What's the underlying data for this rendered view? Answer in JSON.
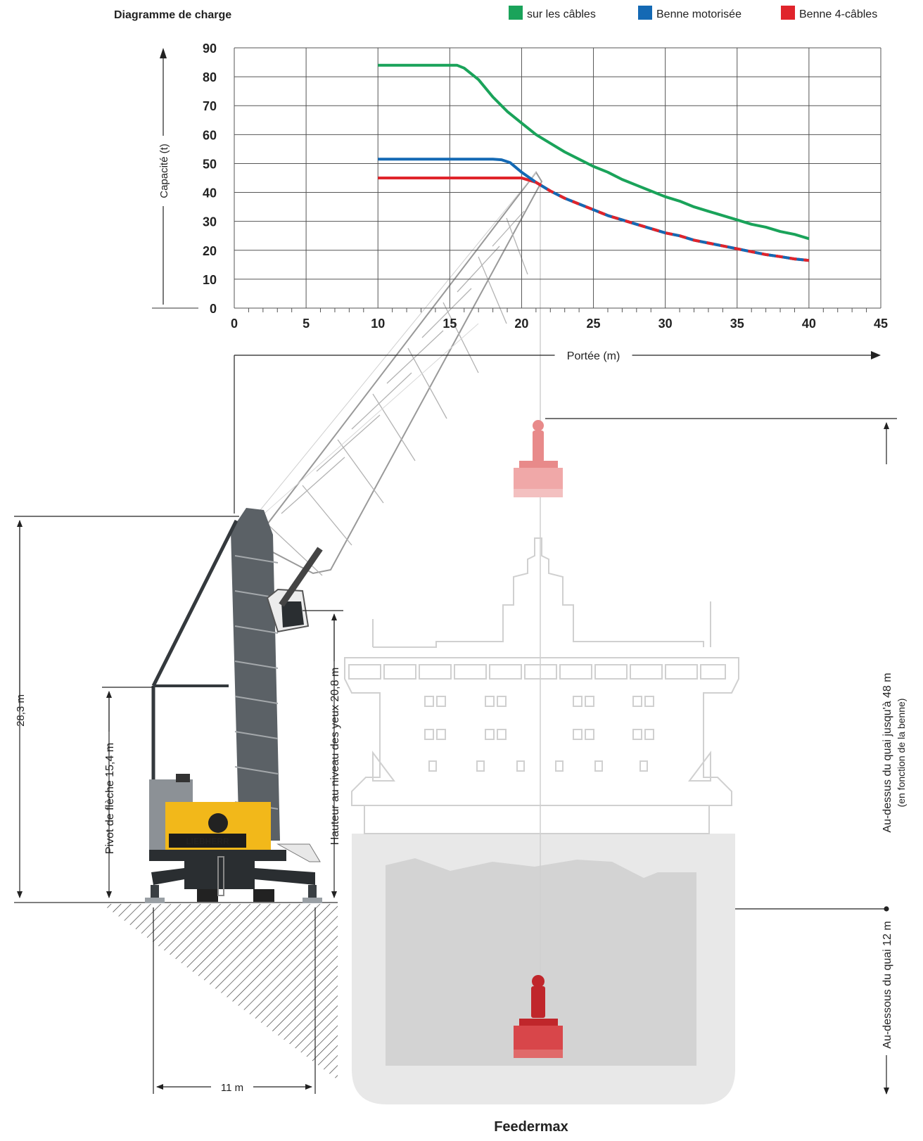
{
  "chart_data": {
    "type": "line",
    "title": "Diagramme de charge",
    "xlabel": "Portée (m)",
    "ylabel": "Capacité (t)",
    "xlim": [
      0,
      45
    ],
    "ylim": [
      0,
      90
    ],
    "x_ticks": [
      "0",
      "5",
      "10",
      "15",
      "20",
      "25",
      "30",
      "35",
      "40",
      "45"
    ],
    "y_ticks": [
      "0",
      "10",
      "20",
      "30",
      "40",
      "50",
      "60",
      "70",
      "80",
      "90"
    ],
    "grid": true,
    "legend_position": "top-right",
    "series": [
      {
        "name": "sur les câbles",
        "color": "#1aa35a",
        "x": [
          10,
          15,
          15.5,
          16,
          17,
          18,
          19,
          20,
          21,
          22,
          23,
          24,
          25,
          26,
          27,
          28,
          29,
          30,
          31,
          32,
          33,
          34,
          35,
          36,
          37,
          38,
          39,
          40
        ],
        "y": [
          84,
          84,
          84,
          83,
          79,
          73,
          68,
          64,
          60,
          57,
          54,
          51.5,
          49,
          47,
          44.5,
          42.5,
          40.5,
          38.5,
          37,
          35,
          33.5,
          32,
          30.5,
          29,
          28,
          26.5,
          25.5,
          24
        ]
      },
      {
        "name": "Benne motorisée",
        "color": "#1469b4",
        "x": [
          10,
          15,
          18,
          18.6,
          19.2,
          20,
          21,
          22,
          23,
          24,
          25,
          26,
          27,
          28,
          29,
          30,
          31,
          32,
          33,
          34,
          35,
          36,
          37,
          38,
          39,
          40
        ],
        "y": [
          51.5,
          51.5,
          51.5,
          51.3,
          50.3,
          47,
          43.5,
          40.5,
          38,
          36,
          34,
          32,
          30.5,
          29,
          27.5,
          26,
          25,
          23.5,
          22.5,
          21.5,
          20.5,
          19.5,
          18.5,
          17.8,
          17,
          16.5
        ]
      },
      {
        "name": "Benne 4-câbles",
        "color": "#e0242b",
        "x": [
          10,
          15,
          20,
          21,
          22,
          23,
          24,
          25,
          26,
          27,
          28,
          29,
          30,
          31,
          32,
          33,
          34,
          35,
          36,
          37,
          38,
          39,
          40
        ],
        "y": [
          45,
          45,
          45,
          43.5,
          40.5,
          38,
          36,
          34,
          32,
          30.5,
          29,
          27.5,
          26,
          25,
          23.5,
          22.5,
          21.5,
          20.5,
          19.5,
          18.5,
          17.8,
          17,
          16.5
        ]
      }
    ]
  },
  "dimensions": {
    "total_height": "28,3 m",
    "pivot": "Pivot de flèche 15,4 m",
    "eye_level": "Hauteur au niveau des yeux 20,8 m",
    "above_quay_line1": "Au-dessus du quai jusqu'à 48 m",
    "above_quay_line2": "(en fonction de la benne)",
    "below_quay": "Au-dessous du quai 12 m",
    "base_width": "11 m"
  },
  "crane_logo": "LIEBHERR",
  "ship_label": "Feedermax"
}
